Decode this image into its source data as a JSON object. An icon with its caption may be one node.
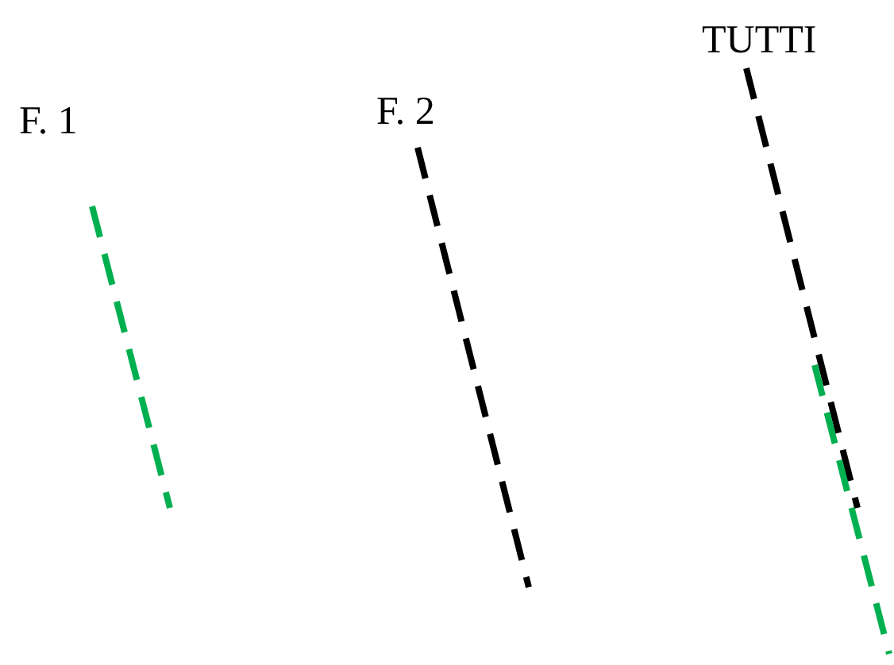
{
  "diagram": {
    "labels": [
      "F. 1",
      "F. 2",
      "TUTTI"
    ]
  }
}
